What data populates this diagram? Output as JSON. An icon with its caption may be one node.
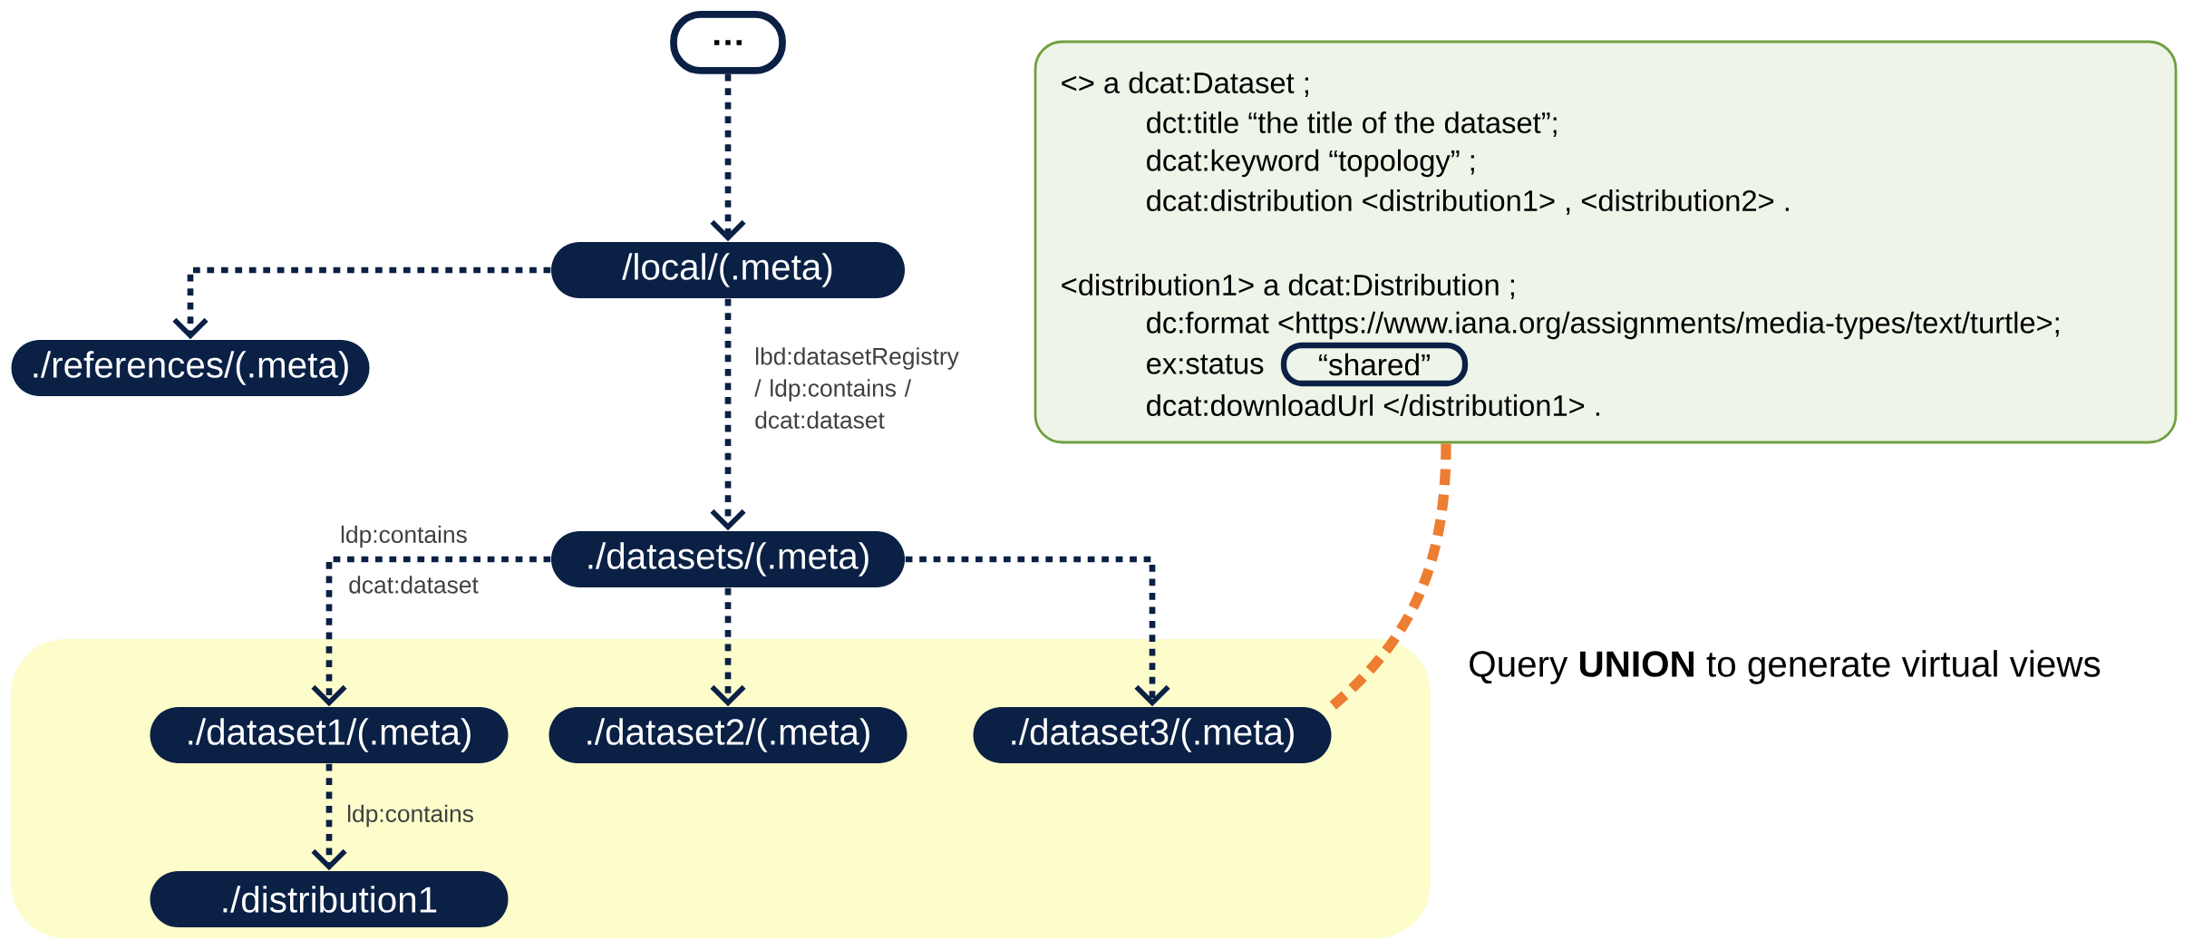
{
  "diagram": {
    "nodes": [
      {
        "text": [
          "…"
        ]
      },
      {
        "text": [
          "/local/(.meta)"
        ]
      },
      {
        "text": [
          "./references/(.meta)"
        ]
      },
      {
        "text": [
          "./datasets/(.meta)"
        ]
      },
      {
        "text": [],
        "shape": "box"
      },
      {
        "text": [
          "./dataset1/(.meta)"
        ],
        "in": 4
      },
      {
        "text": [
          "./dataset2/(.meta)"
        ],
        "in": 4
      },
      {
        "text": [
          "./dataset3/(.meta)"
        ],
        "in": 4
      },
      {
        "text": [
          "./distribution1"
        ],
        "in": 4
      },
      {
        "text": [
          "<> a dcat:Dataset ;",
          "dct:title “the title of the dataset”;",
          "dcat:keyword “topology” ;",
          "dcat:distribution <distribution1> , <distribution2> .",
          "<distribution1> a dcat:Distribution ;",
          "dc:format <https://www.iana.org/assignments/media-types/text/turtle>;",
          "ex:status",
          "dcat:downloadUrl </distribution1> ."
        ]
      },
      {
        "text": [
          "“shared”"
        ],
        "in": 9
      }
    ],
    "edges": [
      {
        "from": 0,
        "to": 1,
        "arrow": "to"
      },
      {
        "from": 1,
        "to": 2,
        "arrow": "to"
      },
      {
        "from": 1,
        "to": 3,
        "arrow": "to",
        "label": "lbd:datasetRegistry / ldp:contains / dcat:dataset"
      },
      {
        "from": 3,
        "to": 5,
        "arrow": "to",
        "label": "ldp:contains"
      },
      {
        "from": 3,
        "to": 6,
        "arrow": "to"
      },
      {
        "from": 3,
        "to": 7,
        "arrow": "to"
      },
      {
        "from": 5,
        "to": 8,
        "arrow": "to",
        "label": "ldp:contains"
      },
      {
        "from": 9,
        "to": 7,
        "arrow": "none",
        "style": "dashed",
        "color": "#ed7d31"
      }
    ],
    "labels": [
      "dcat:dataset",
      "Query **UNION** to generate virtual views"
    ]
  }
}
